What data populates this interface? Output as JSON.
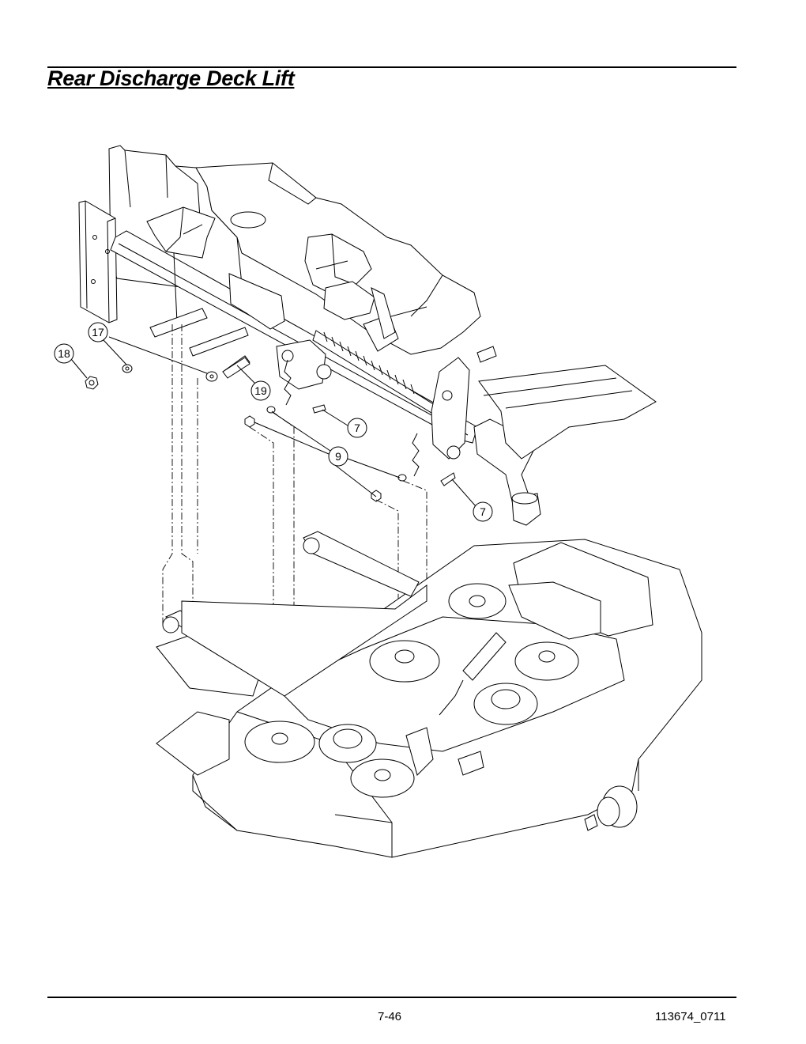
{
  "title": "Rear Discharge Deck Lift",
  "footer": {
    "page_number": "7-46",
    "doc_id": "113674_0711"
  },
  "callouts": [
    {
      "id": "callout-17",
      "label": "17"
    },
    {
      "id": "callout-18",
      "label": "18"
    },
    {
      "id": "callout-19",
      "label": "19"
    },
    {
      "id": "callout-9",
      "label": "9"
    },
    {
      "id": "callout-7a",
      "label": "7"
    },
    {
      "id": "callout-7b",
      "label": "7"
    }
  ]
}
